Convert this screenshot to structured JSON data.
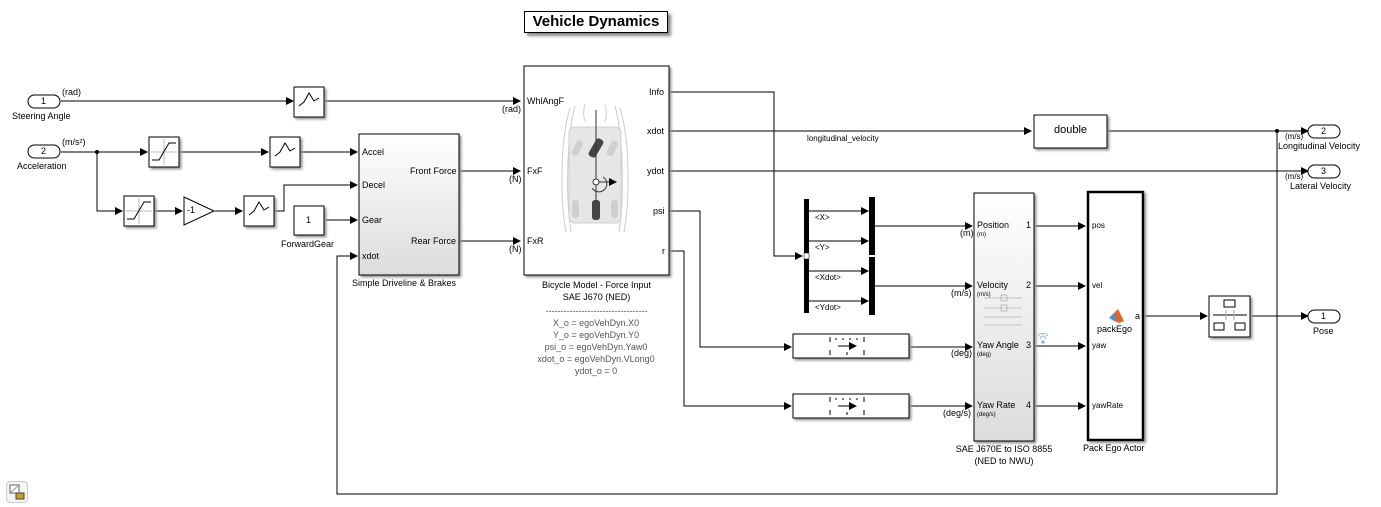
{
  "title": "Vehicle Dynamics",
  "inports": [
    {
      "num": "1",
      "name": "Steering Angle",
      "unit": "(rad)"
    },
    {
      "num": "2",
      "name": "Acceleration",
      "unit": "(m/s²)"
    }
  ],
  "outports": [
    {
      "num": "2",
      "name": "Longitudinal Velocity",
      "unit": "(m/s)"
    },
    {
      "num": "3",
      "name": "Lateral Velocity",
      "unit": "(m/s)"
    },
    {
      "num": "1",
      "name": "Pose",
      "unit": ""
    }
  ],
  "gain": {
    "value": "-1"
  },
  "constant": {
    "value": "1",
    "name": "ForwardGear"
  },
  "driveline": {
    "name": "Simple Driveline & Brakes",
    "inputs": [
      "Accel",
      "Decel",
      "Gear",
      "xdot"
    ],
    "outputs": [
      "Front Force",
      "Rear Force"
    ]
  },
  "bicycle": {
    "name_line1": "Bicycle Model - Force Input",
    "name_line2": "SAE J670 (NED)",
    "inputs": [
      "WhlAngF",
      "FxF",
      "FxR"
    ],
    "input_units": [
      "(rad)",
      "(N)",
      "(N)"
    ],
    "outputs": [
      "Info",
      "xdot",
      "ydot",
      "psi",
      "r"
    ],
    "params_sep": "----------------------------------",
    "params": [
      "X_o = egoVehDyn.X0",
      "Y_o = egoVehDyn.Y0",
      "psi_o = egoVehDyn.Yaw0",
      "xdot_o = egoVehDyn.VLong0",
      "ydot_o = 0"
    ]
  },
  "signal_label": "longitudinal_velocity",
  "convert_block": {
    "label": "double"
  },
  "bus_selector": {
    "signals": [
      "<X>",
      "<Y>",
      "<Xdot>",
      "<Ydot>"
    ]
  },
  "coord_transform": {
    "name_line1": "SAE J670E to ISO 8855",
    "name_line2": "(NED to NWU)",
    "ports": [
      {
        "label": "Position",
        "unit": "(m)",
        "ext_unit": "(m)",
        "num": "1"
      },
      {
        "label": "Velocity",
        "unit": "(m/s)",
        "ext_unit": "(m/s)",
        "num": "2"
      },
      {
        "label": "Yaw Angle",
        "unit": "(deg)",
        "ext_unit": "(deg)",
        "num": "3"
      },
      {
        "label": "Yaw Rate",
        "unit": "(deg/s)",
        "ext_unit": "(deg/s)",
        "num": "4"
      }
    ]
  },
  "pack_ego": {
    "name": "Pack Ego Actor",
    "function": "packEgo",
    "inputs": [
      "pos",
      "vel",
      "yaw",
      "yawRate"
    ],
    "output": "a"
  }
}
